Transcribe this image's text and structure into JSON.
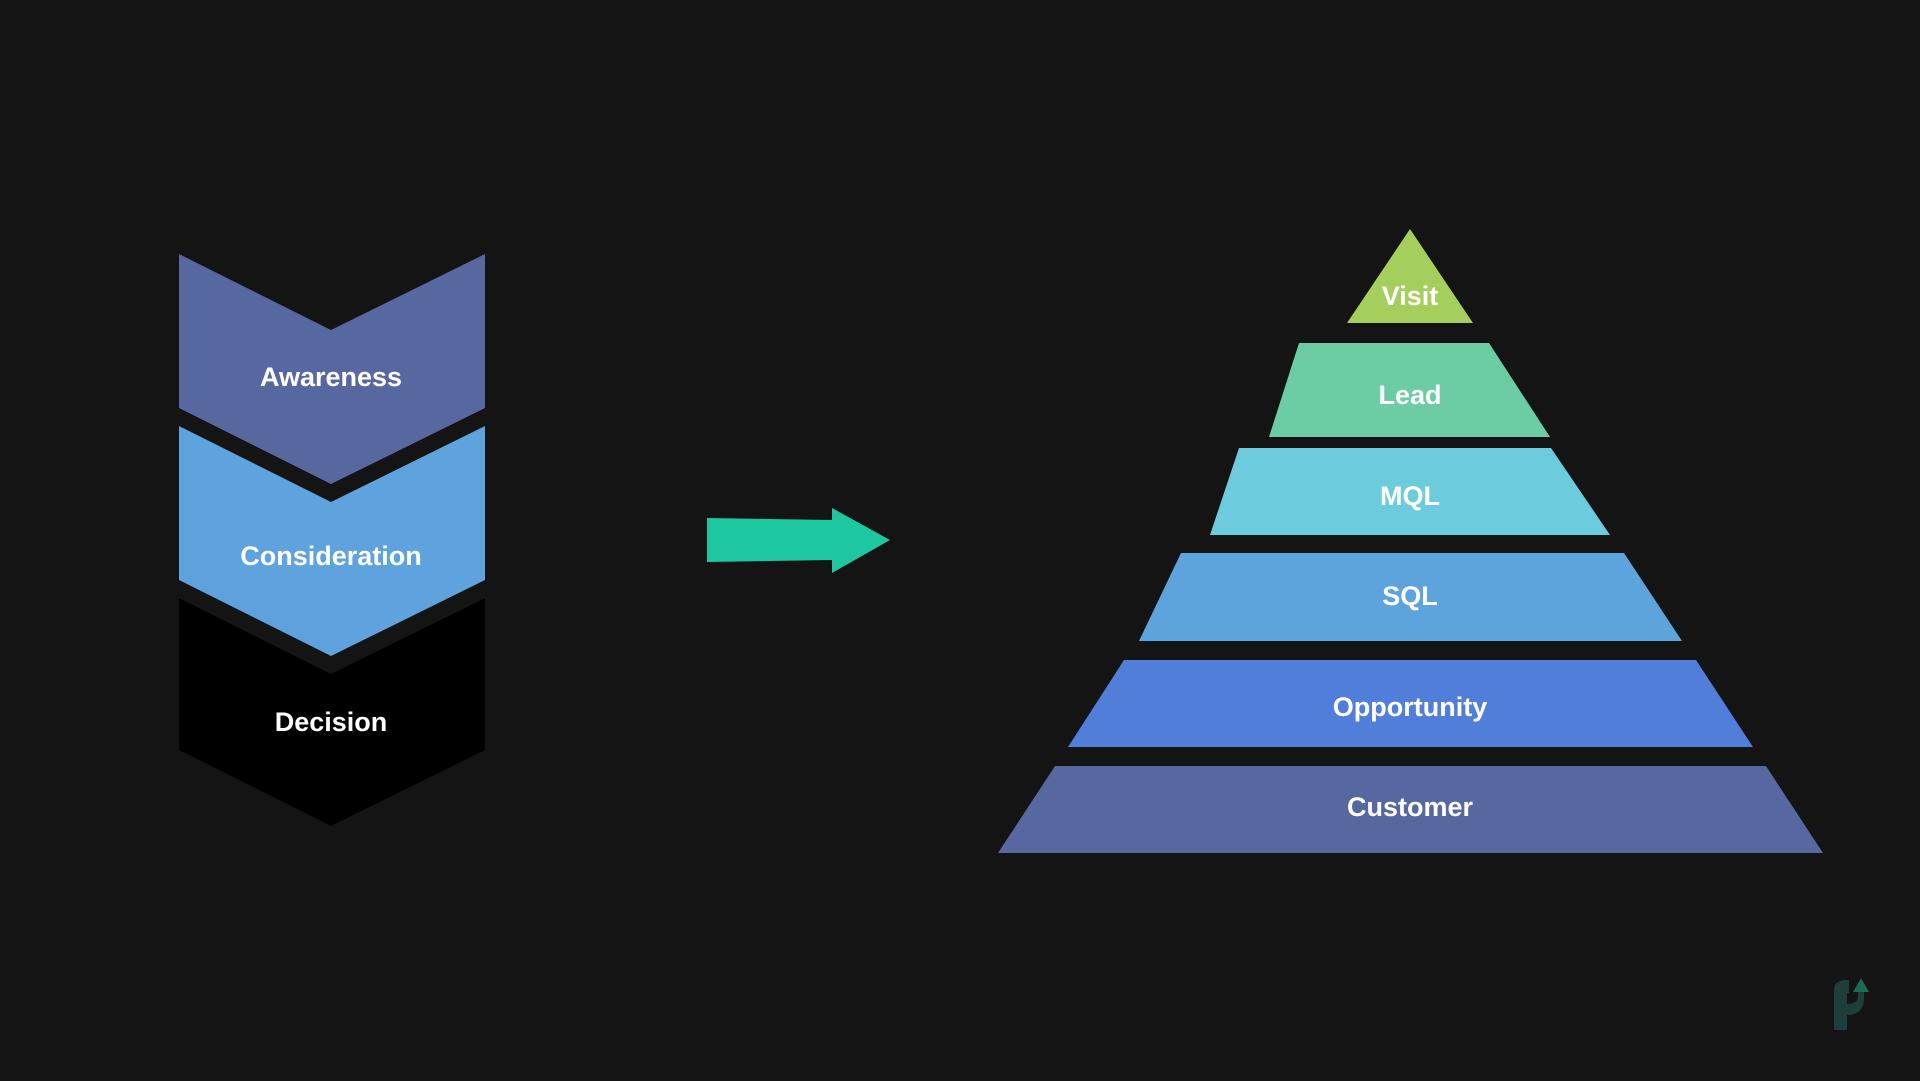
{
  "background_color": "#141414",
  "journey": {
    "stages": [
      {
        "label": "Awareness",
        "color": "#5768a0"
      },
      {
        "label": "Consideration",
        "color": "#517ed8"
      },
      {
        "label": "Decision",
        "color": "#5ea3dd"
      }
    ]
  },
  "arrow": {
    "color": "#1dc8a0",
    "direction": "right"
  },
  "funnel": {
    "levels": [
      {
        "label": "Visit",
        "color": "#a5cf5c"
      },
      {
        "label": "Lead",
        "color": "#6ccca4"
      },
      {
        "label": "MQL",
        "color": "#6dcbde"
      },
      {
        "label": "SQL",
        "color": "#5ea4dc"
      },
      {
        "label": "Opportunity",
        "color": "#517ed8"
      },
      {
        "label": "Customer",
        "color": "#5768a0"
      }
    ]
  },
  "logo": {
    "icon": "brand-logo-icon",
    "color": "#1f3d3b",
    "accent": "#1c6a58"
  }
}
